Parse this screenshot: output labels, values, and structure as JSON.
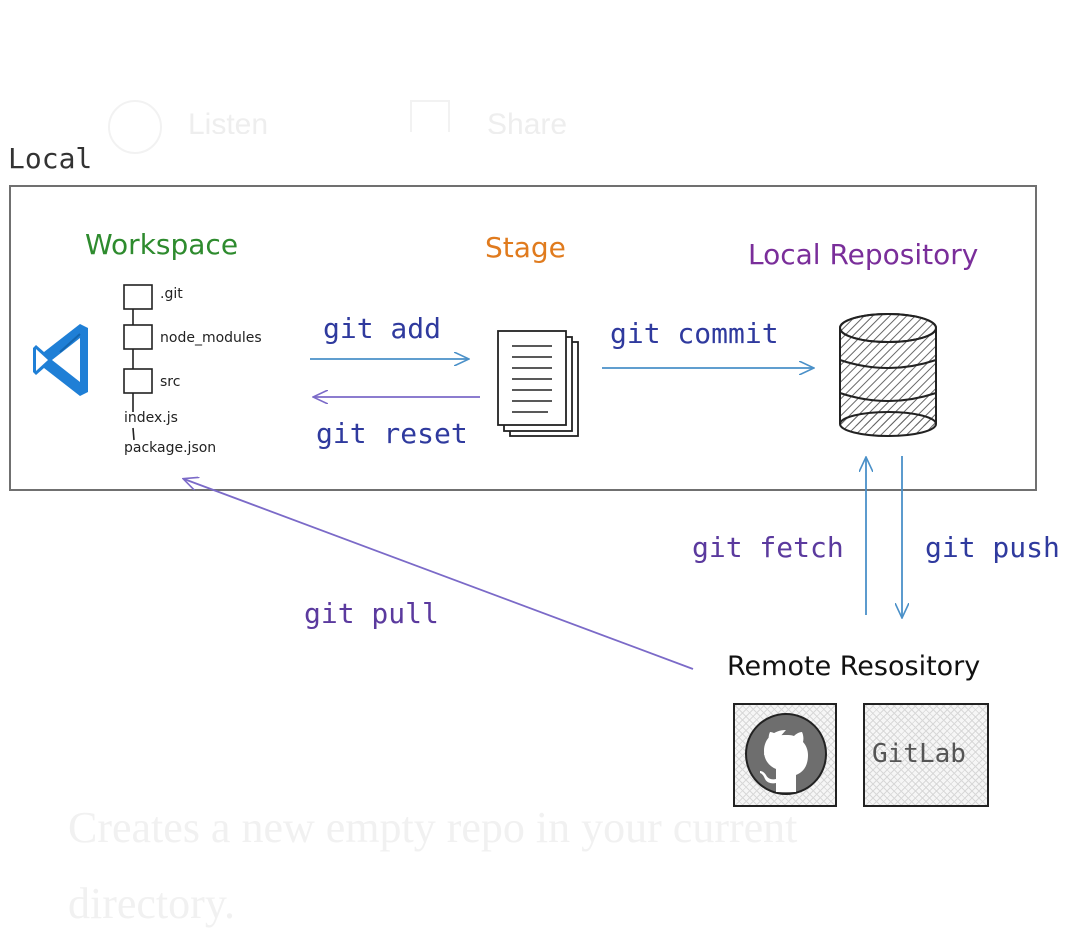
{
  "ghost": {
    "listen": "Listen",
    "share": "Share",
    "line1": "Creates a new empty repo in your current",
    "line2": "directory."
  },
  "diagram": {
    "local_label": "Local",
    "workspace_label": "Workspace",
    "stage_label": "Stage",
    "local_repo_label": "Local Repository",
    "remote_repo_label": "Remote Resository",
    "tree": [
      ".git",
      "node_modules",
      "src",
      "index.js",
      "package.json"
    ],
    "commands": {
      "add": "git add",
      "reset": "git reset",
      "commit": "git commit",
      "fetch": "git fetch",
      "push": "git push",
      "pull": "git pull"
    },
    "gitlab_label": "GitLab",
    "icons": [
      "vscode-icon",
      "documents-icon",
      "database-icon",
      "github-icon"
    ],
    "colors": {
      "workspace": "#2e8b2e",
      "stage": "#e07b1e",
      "local_repo": "#7a2e9a",
      "command_blue": "#2f3a9e",
      "arrow_blue": "#4a90c8",
      "arrow_purple": "#7b6ac8",
      "vscode": "#1f7fd6"
    }
  }
}
